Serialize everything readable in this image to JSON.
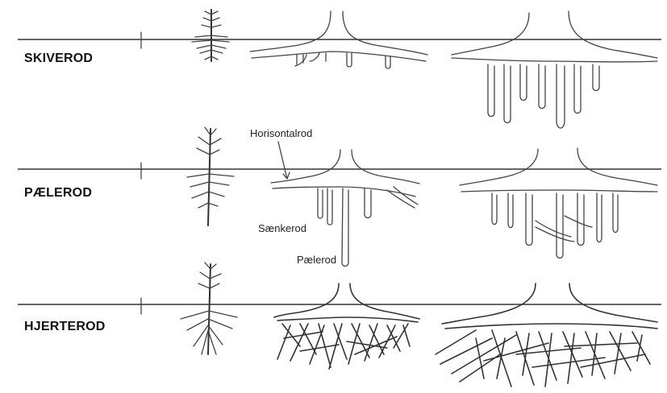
{
  "rows": [
    {
      "label": "SKIVEROD"
    },
    {
      "label": "PÆLEROD"
    },
    {
      "label": "HJERTEROD"
    }
  ],
  "annotations": {
    "horisontalrod": "Horisontalrod",
    "saenkerod": "Sænkerod",
    "paelerod": "Pælerod"
  },
  "colors": {
    "ink": "#333333",
    "background": "#ffffff"
  }
}
